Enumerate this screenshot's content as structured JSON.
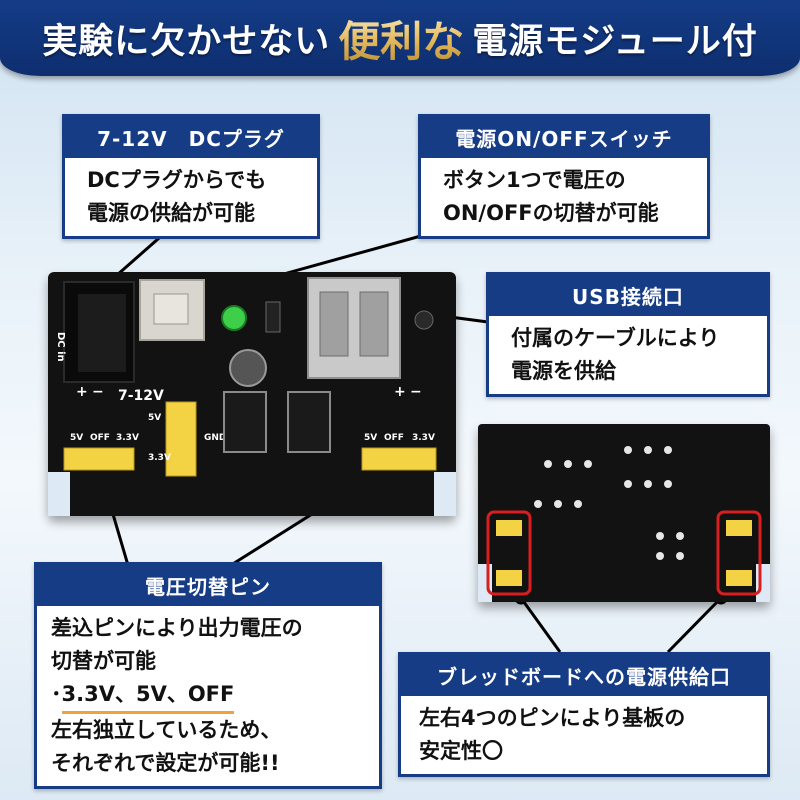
{
  "header": {
    "title_before": "実験に欠かせない",
    "title_accent": "便利な",
    "title_after": "電源モジュール付"
  },
  "callouts": {
    "dc_plug": {
      "title": "7-12V　DCプラグ",
      "lines": [
        "DCプラグからでも",
        "電源の供給が可能"
      ]
    },
    "power_switch": {
      "title": "電源ON/OFFスイッチ",
      "lines": [
        "ボタン1つで電圧の",
        "ON/OFFの切替が可能"
      ]
    },
    "usb_port": {
      "title": "USB接続口",
      "lines": [
        "付属のケーブルにより",
        "電源を供給"
      ]
    },
    "voltage_pin": {
      "title": "電圧切替ピン",
      "line1": "差込ピンにより出力電圧の",
      "line2": "切替が可能",
      "line3_prefix": "･",
      "line3_highlight": "3.3V、5V、OFF",
      "line4": "左右独立しているため、",
      "line5": "それぞれで設定が可能!!"
    },
    "breadboard_supply": {
      "title": "ブレッドボードへの電源供給口",
      "lines": [
        "左右4つのピンにより基板の",
        "安定性〇"
      ]
    }
  },
  "board_labels": {
    "dc_in": "DC in",
    "voltage_range": "7-12V",
    "left_5v": "5V",
    "left_off": "OFF",
    "left_33v": "3.3V",
    "right_5v": "5V",
    "right_off": "OFF",
    "right_33v": "3.3V",
    "mid_5v": "5V",
    "mid_33v": "3.3V",
    "gnd": "GND",
    "plus_a": "+",
    "minus_a": "−",
    "plus_b": "+",
    "minus_b": "−"
  },
  "colors": {
    "header_bg": "#143c86",
    "callout_navy": "#173c86",
    "accent_gold": "#e3b75a",
    "highlight_orange": "#f0a23b",
    "pcb_black": "#121212",
    "jumper_yellow": "#f3d343",
    "marker_red": "#d81e1e"
  }
}
